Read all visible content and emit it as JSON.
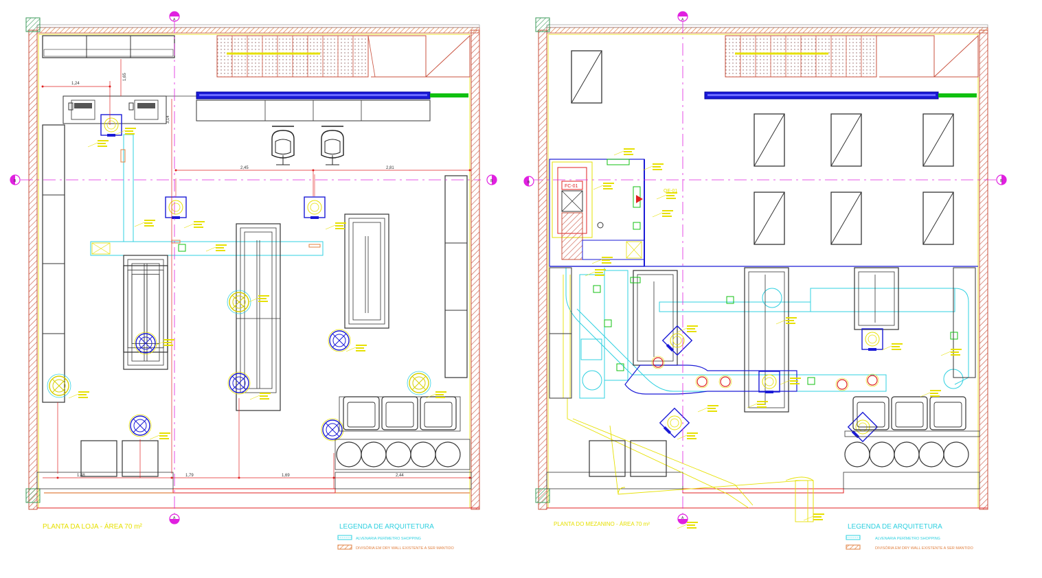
{
  "left_plan": {
    "title": "PLANTA DA LOJA - ÁREA 70 m²",
    "dims": {
      "d1": "1,24",
      "d2": "1,65",
      "d3": "3,14",
      "d4": "2,45",
      "d5": "2,81",
      "d6": "1,48",
      "d7": "1,79",
      "d8": "1,69",
      "d9": "2,44"
    }
  },
  "right_plan": {
    "title": "PLANTA DO MEZANINO - ÁREA 70 m²",
    "equipment": {
      "fc": "FC-01",
      "qe": "QE-01"
    }
  },
  "section_markers": {
    "a": "A",
    "b": "B"
  },
  "legend": {
    "title": "LEGENDA DE ARQUITETURA",
    "items": [
      "ALVENARIA PERÍMETRO SHOPPING",
      "DIVISÓRIA EM DRY WALL EXISTENTE A SER MANTIDO"
    ]
  },
  "colors": {
    "wall": "#c8503c",
    "blue": "#1a1ad6",
    "cyan": "#2fd0e0",
    "yellow": "#e6e000",
    "magenta": "#e020e0",
    "red": "#e02020",
    "green": "#10c010",
    "dark": "#333333"
  }
}
